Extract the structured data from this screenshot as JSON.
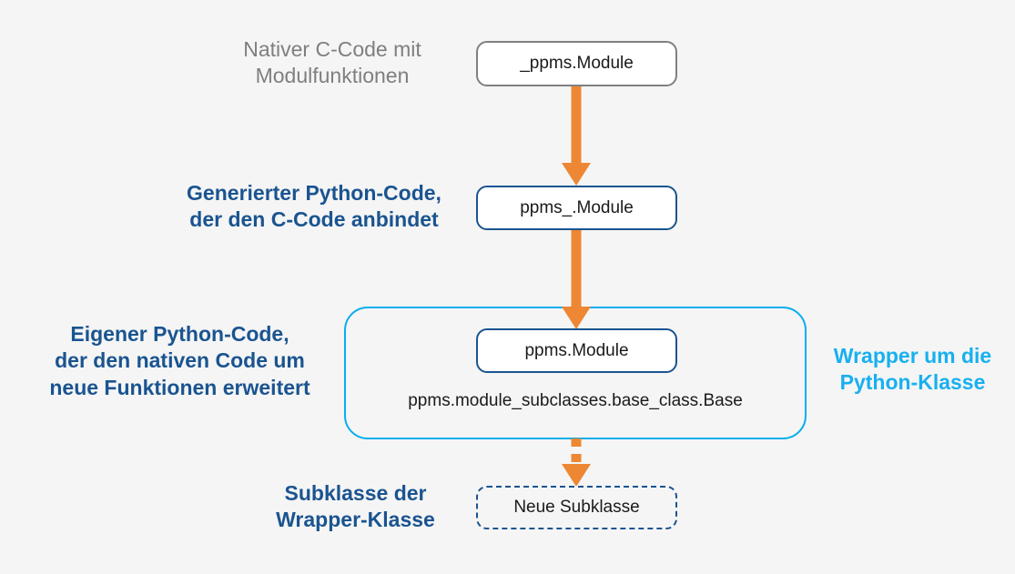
{
  "background_color": "#f5f5f5",
  "colors": {
    "gray_text": "#7f7f7f",
    "dark_blue": "#1a5490",
    "cyan": "#06aeef",
    "orange": "#ed8733",
    "box_text": "#1a1a1a"
  },
  "labels": {
    "native": "Nativer C-Code mit\nModulfunktionen",
    "generated": "Generierter Python-Code,\nder den C-Code anbindet",
    "own": "Eigener Python-Code,\nder den nativen Code um\nneue Funktionen erweitert",
    "subclass": "Subklasse der\nWrapper-Klasse",
    "wrapper": "Wrapper um die\nPython-Klasse"
  },
  "nodes": {
    "native": "_ppms.Module",
    "generated": "ppms_.Module",
    "module": "ppms.Module",
    "base_class": "ppms.module_subclasses.base_class.Base",
    "subclass": "Neue Subklasse"
  },
  "arrows": [
    {
      "name": "native-to-generated",
      "style": "solid",
      "direction": "down"
    },
    {
      "name": "generated-to-module",
      "style": "solid",
      "direction": "down"
    },
    {
      "name": "module-to-subclass",
      "style": "dashed",
      "direction": "down"
    }
  ]
}
